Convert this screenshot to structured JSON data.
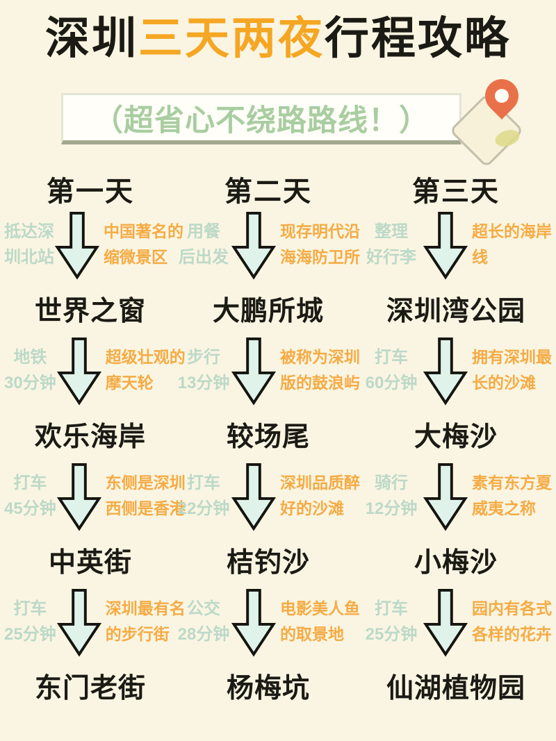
{
  "header": {
    "title": {
      "prefix": "深圳",
      "highlight": "三天两夜",
      "suffix": "行程攻略"
    },
    "subtitle": {
      "text": "（超省心不绕路路线！）"
    }
  },
  "icons": {
    "map_pin": "location-pin-icon",
    "map": "folded-map-icon",
    "arrow": "arrow-down-icon"
  },
  "colors": {
    "background": "#faf5e2",
    "ink": "#1b1a14",
    "title_highlight_orange": "#f5a623",
    "subtitle_green": "#a9cda1",
    "transit_green": "#bcd9c8",
    "note_orange": "#f5ab45",
    "arrow_fill": "#dff3ea",
    "pin_orange": "#e97149"
  },
  "columns": [
    {
      "day": "第一天",
      "legs": [
        {
          "transit_lines": [
            "抵达深",
            "圳北站"
          ],
          "note_lines": [
            "中国著名的",
            "缩微景区"
          ]
        },
        {
          "transit_lines": [
            "地铁",
            "30分钟"
          ],
          "note_lines": [
            "超级壮观的",
            "摩天轮"
          ]
        },
        {
          "transit_lines": [
            "打车",
            "45分钟"
          ],
          "note_lines": [
            "东侧是深圳",
            "西侧是香港"
          ]
        },
        {
          "transit_lines": [
            "打车",
            "25分钟"
          ],
          "note_lines": [
            "深圳最有名",
            "的步行街"
          ]
        }
      ],
      "stops": [
        "世界之窗",
        "欢乐海岸",
        "中英街",
        "东门老街"
      ]
    },
    {
      "day": "第二天",
      "legs": [
        {
          "transit_lines": [
            "用餐",
            "后出发"
          ],
          "note_lines": [
            "现存明代沿",
            "海海防卫所"
          ]
        },
        {
          "transit_lines": [
            "步行",
            "13分钟"
          ],
          "note_lines": [
            "被称为深圳",
            "版的鼓浪屿"
          ]
        },
        {
          "transit_lines": [
            "打车",
            "22分钟"
          ],
          "note_lines": [
            "深圳品质醉",
            "好的沙滩"
          ]
        },
        {
          "transit_lines": [
            "公交",
            "28分钟"
          ],
          "note_lines": [
            "电影美人鱼",
            "的取景地"
          ]
        }
      ],
      "stops": [
        "大鹏所城",
        "较场尾",
        "桔钓沙",
        "杨梅坑"
      ]
    },
    {
      "day": "第三天",
      "legs": [
        {
          "transit_lines": [
            "整理",
            "好行李"
          ],
          "note_lines": [
            "超长的海岸",
            "线"
          ]
        },
        {
          "transit_lines": [
            "打车",
            "60分钟"
          ],
          "note_lines": [
            "拥有深圳最",
            "长的沙滩"
          ]
        },
        {
          "transit_lines": [
            "骑行",
            "12分钟"
          ],
          "note_lines": [
            "素有东方夏",
            "威夷之称"
          ]
        },
        {
          "transit_lines": [
            "打车",
            "25分钟"
          ],
          "note_lines": [
            "园内有各式",
            "各样的花卉"
          ]
        }
      ],
      "stops": [
        "深圳湾公园",
        "大梅沙",
        "小梅沙",
        "仙湖植物园"
      ]
    }
  ]
}
